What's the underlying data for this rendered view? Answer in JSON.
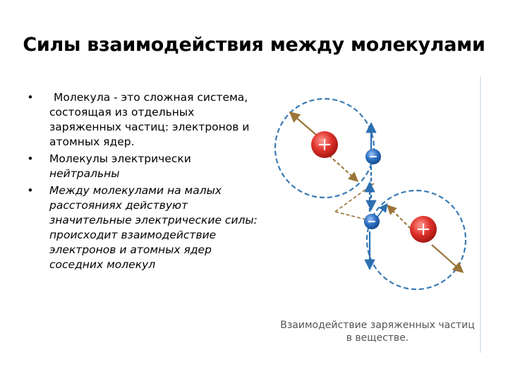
{
  "slide": {
    "title": "Силы взаимодействия между молекулами",
    "bullets": [
      {
        "marker": "•",
        "text": "Молекула - это сложная система, состоящая из отдельных заряженных частиц: электронов и атомных ядер."
      },
      {
        "marker": "•",
        "text": "Молекулы электрически",
        "emphasis": "нейтральны"
      },
      {
        "marker": "•",
        "text": "Между молекулами на малых расстояниях действуют значительные электрические силы: происходит взаимодействие электронов и атомных ядер соседних молекул"
      }
    ]
  },
  "figure": {
    "nucleus_sign": "+",
    "electron_sign": "−",
    "caption_line1": "Взаимодействие заряженных частиц",
    "caption_line2": "в веществе.",
    "colors": {
      "circle": "#3a7ab5",
      "arrow_brown": "#9a7438",
      "arrow_blue": "#2b6fb0",
      "nucleus": "#e0322c",
      "electron": "#2f6fc2"
    }
  }
}
